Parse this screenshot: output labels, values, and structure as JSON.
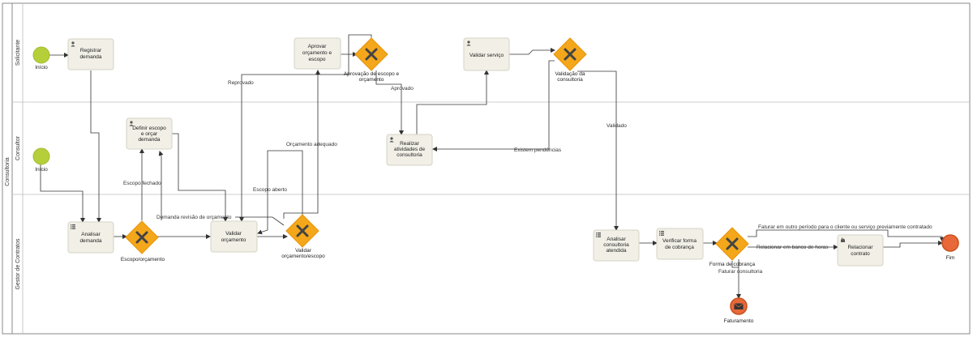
{
  "pool": {
    "label": "Consultoria"
  },
  "lanes": [
    {
      "label": "Solicitante"
    },
    {
      "label": "Consultor"
    },
    {
      "label": "Gestor de Contratos"
    }
  ],
  "tasks": {
    "registrar": [
      "Registrar",
      "demanda"
    ],
    "aprovar": [
      "Aprovar",
      "orçamento e",
      "escopo"
    ],
    "validar_servico": [
      "Validar serviço"
    ],
    "definir": [
      "Definir escopo",
      "e orçar",
      "demanda"
    ],
    "realizar": [
      "Realizar",
      "atividades de",
      "consultoria"
    ],
    "analisar_demanda": [
      "Analisar",
      "demanda"
    ],
    "validar_orcamento": [
      "Validar",
      "orçamento"
    ],
    "analisar_consultoria": [
      "Analisar",
      "consultoria",
      "atendida"
    ],
    "verificar": [
      "Verificar forma",
      "de cobrança"
    ],
    "relacionar": [
      "Relacionar",
      "contrato"
    ]
  },
  "gateways": {
    "aprovacao": [
      "Aprovação de escopo e",
      "orçamento"
    ],
    "validacao_consultoria": [
      "Validação da",
      "consultoria"
    ],
    "escopo_orcamento": [
      "Escopo/orçamento"
    ],
    "validar_orcamento_escopo": [
      "Validar",
      "orçamento/escopo"
    ],
    "forma_cobranca": [
      "Forma de cobrança"
    ]
  },
  "events": {
    "inicio_solicitante": "Início",
    "inicio_consultor": "Início",
    "fim": "Fim",
    "faturamento": "Faturamento"
  },
  "flow_labels": {
    "reprovado": "Reprovado",
    "aprovado": "Aprovado",
    "validado": "Validado",
    "existem_pendencias": "Existem pendências",
    "orcamento_adequado": "Orçamento adequado",
    "escopo_fechado": "Escopo fechado",
    "escopo_aberto": "Escopo aberto",
    "demanda_revisao": "Demanda revisão de orçamento",
    "faturar_outro": "Faturar em outro período para o cliente ou serviço previamente contratado",
    "relacionar_horas": "Relacionar em banco de horas",
    "faturar_consultoria": "Faturar consultoria"
  },
  "colors": {
    "start_event": "#b5cf3b",
    "end_event": "#e8683a",
    "gateway": "#f4a71b",
    "task_fill": "#f1efe6"
  }
}
